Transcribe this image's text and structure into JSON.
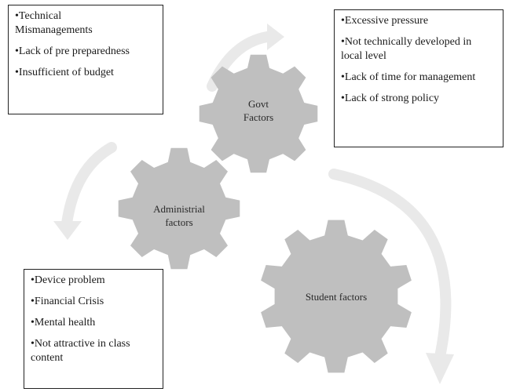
{
  "gears": {
    "govt": {
      "label": "Govt\nFactors"
    },
    "admin": {
      "label": "Administrial\nfactors"
    },
    "student": {
      "label": "Student factors"
    }
  },
  "boxes": {
    "top_left": {
      "items": [
        "•Technical\nMismanagements",
        "•Lack of pre preparedness",
        "•Insufficient of budget"
      ]
    },
    "top_right": {
      "items": [
        "•Excessive pressure",
        "•Not technically developed in\nlocal level",
        "•Lack of time for management",
        "•Lack of strong policy"
      ]
    },
    "bottom_left": {
      "items": [
        "•Device problem",
        "•Financial Crisis",
        "•Mental health",
        "•Not attractive in class\ncontent"
      ]
    }
  },
  "colors": {
    "gear": "#bfbfbf",
    "arrow": "#e9e9e9",
    "border": "#222222"
  }
}
